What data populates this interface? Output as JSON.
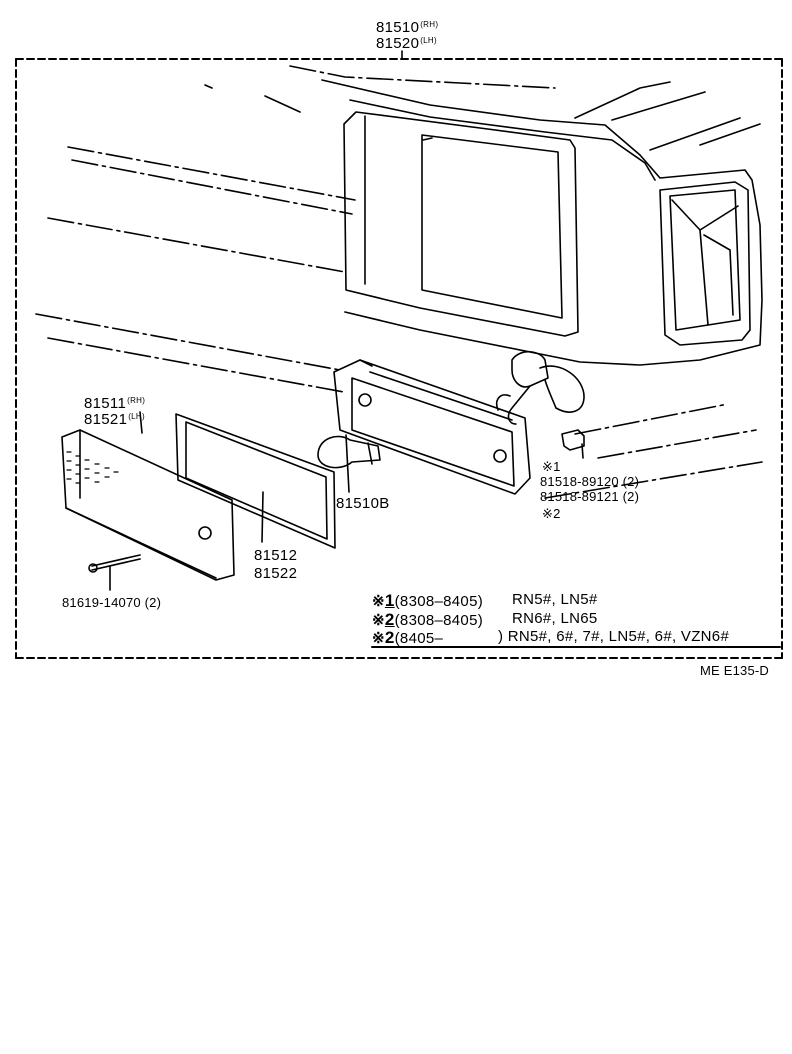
{
  "assembly": {
    "part_rh": "81510",
    "tag_rh": "(RH)",
    "part_lh": "81520",
    "tag_lh": "(LH)"
  },
  "lens": {
    "part_rh": "81511",
    "tag_rh": "(RH)",
    "part_lh": "81521",
    "tag_lh": "(LH)"
  },
  "gasket": {
    "part_a": "81512",
    "part_b": "81522"
  },
  "housing": {
    "part": "81510B"
  },
  "screw": {
    "part": "81619-14070 (2)"
  },
  "socket": {
    "mark_1": "※1",
    "part_a": "81518-89120 (2)",
    "part_b": "81518-89121 (2)",
    "mark_2": "※2"
  },
  "notes": [
    {
      "mark": "※",
      "num": "1",
      "range": "(8308–8405)",
      "models": "RN5#, LN5#"
    },
    {
      "mark": "※",
      "num": "2",
      "range": "(8308–8405)",
      "models": "RN6#, LN65"
    },
    {
      "mark": "※",
      "num": "2",
      "range": "(8405–",
      "models": ") RN5#, 6#, 7#, LN5#, 6#, VZN6#"
    }
  ],
  "footer": {
    "code": "ME  E135-D"
  }
}
